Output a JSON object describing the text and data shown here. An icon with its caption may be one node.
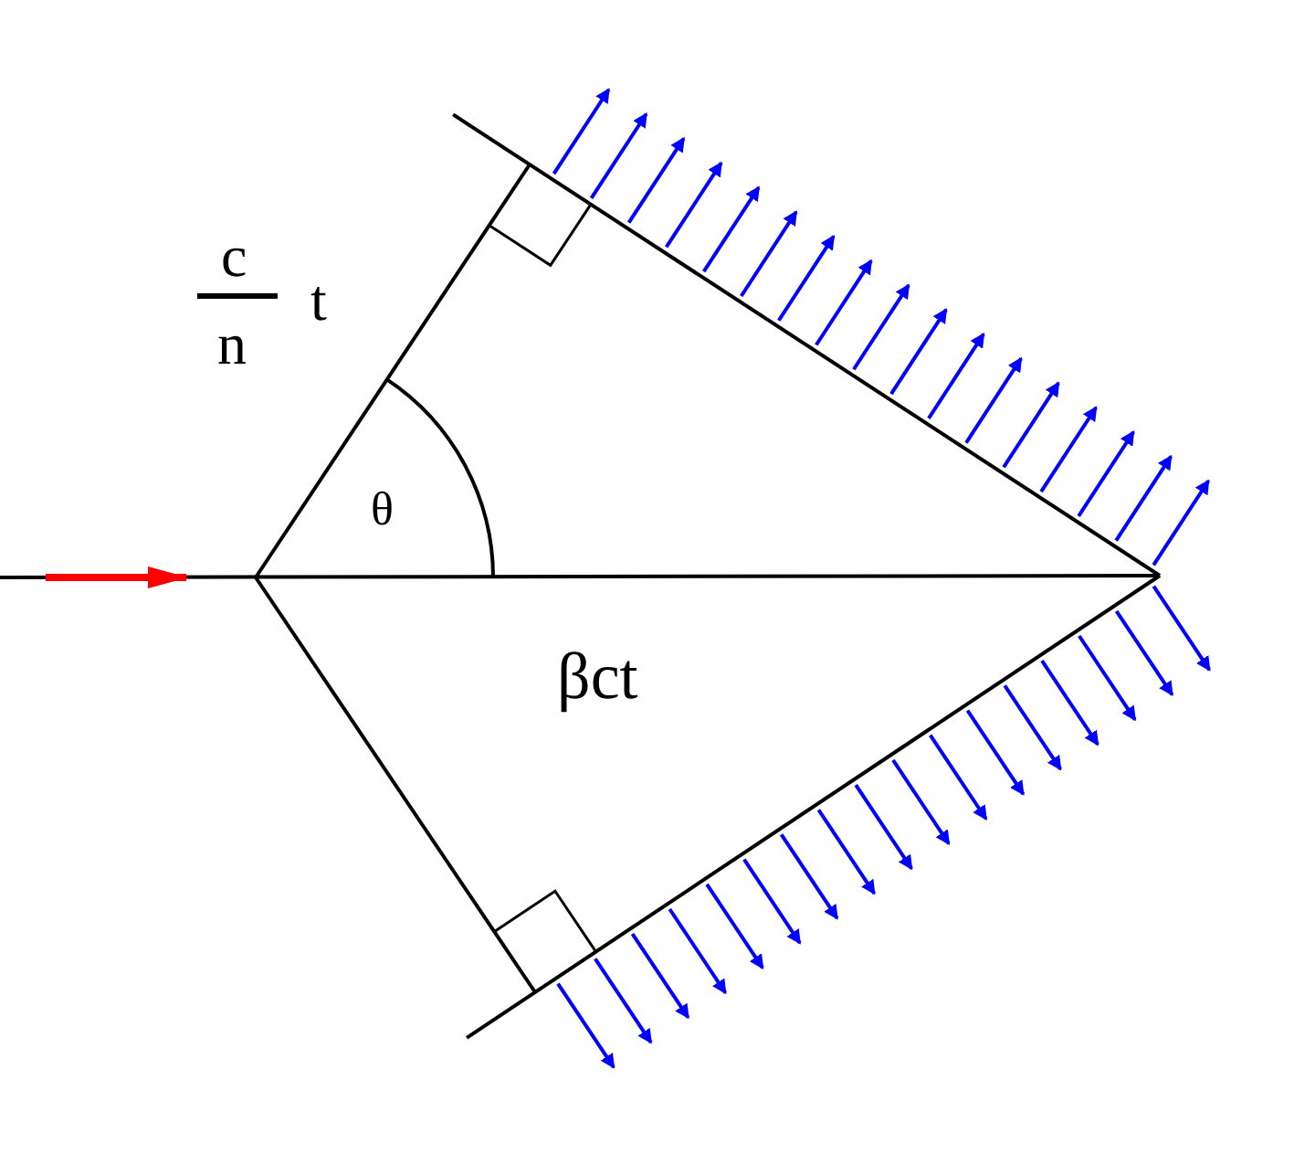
{
  "diagram": {
    "labels": [
      "c",
      "n",
      "t",
      "θ",
      "βct"
    ]
  }
}
